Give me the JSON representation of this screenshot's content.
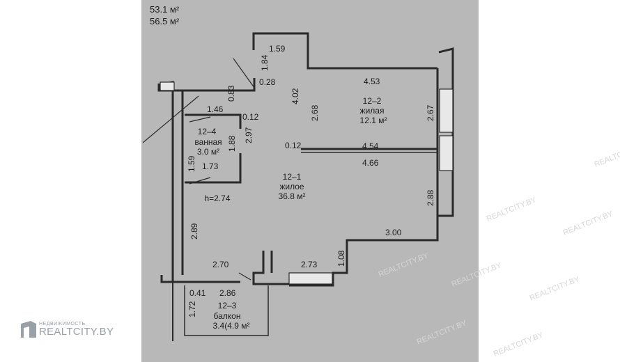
{
  "header": {
    "area_living": "53.1 м²",
    "area_total": "56.5 м²"
  },
  "rooms": {
    "r12_2": {
      "num": "12–2",
      "type": "жилая",
      "area": "12.1 м²"
    },
    "r12_4": {
      "num": "12–4",
      "type": "ванная",
      "area": "3.0 м²"
    },
    "r12_1": {
      "num": "12–1",
      "type": "жилое",
      "area": "36.8 м²"
    },
    "r12_3": {
      "num": "12–3",
      "type": "балкон",
      "area": "3.4(4.9 м²"
    }
  },
  "ceiling_height": "h=2.74",
  "dims": {
    "d159_top": "1.59",
    "d184": "1.84",
    "d028": "0.28",
    "d083": "0.83",
    "d402": "4.02",
    "d453": "4.53",
    "d268": "2.68",
    "d267": "2.67",
    "d146": "1.46",
    "d012_a": "0.12",
    "d297": "2.97",
    "d188": "1.88",
    "d159_side": "1.59",
    "d173": "1.73",
    "d012_b": "0.12",
    "d454": "4.54",
    "d466": "4.66",
    "d288": "2.88",
    "d289": "2.89",
    "d300": "3.00",
    "d270": "2.70",
    "d273": "2.73",
    "d108": "1.08",
    "d041": "0.41",
    "d286": "2.86",
    "d172": "1.72"
  },
  "watermark": {
    "brand_small": "НЕДВИЖИМОСТЬ",
    "brand_big": "REALTCITY.BY",
    "repeat": "REALTCITY.BY"
  }
}
